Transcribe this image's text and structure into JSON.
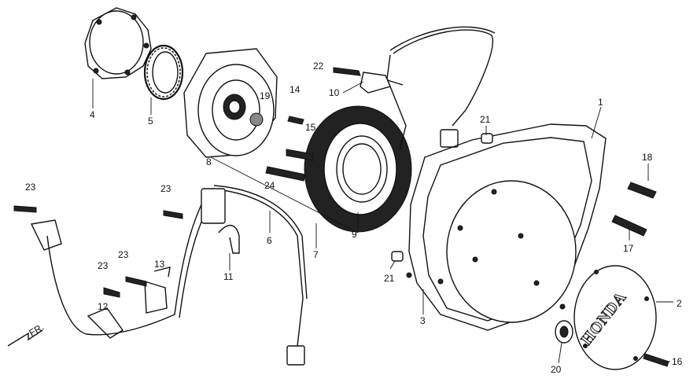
{
  "diagram": {
    "callouts": [
      "1",
      "2",
      "3",
      "4",
      "5",
      "6",
      "7",
      "8",
      "9",
      "10",
      "11",
      "12",
      "13",
      "14",
      "15",
      "16",
      "17",
      "18",
      "19",
      "20",
      "21",
      "22",
      "23",
      "24"
    ],
    "logo_text": "HONDA",
    "direction_label": "FR."
  }
}
